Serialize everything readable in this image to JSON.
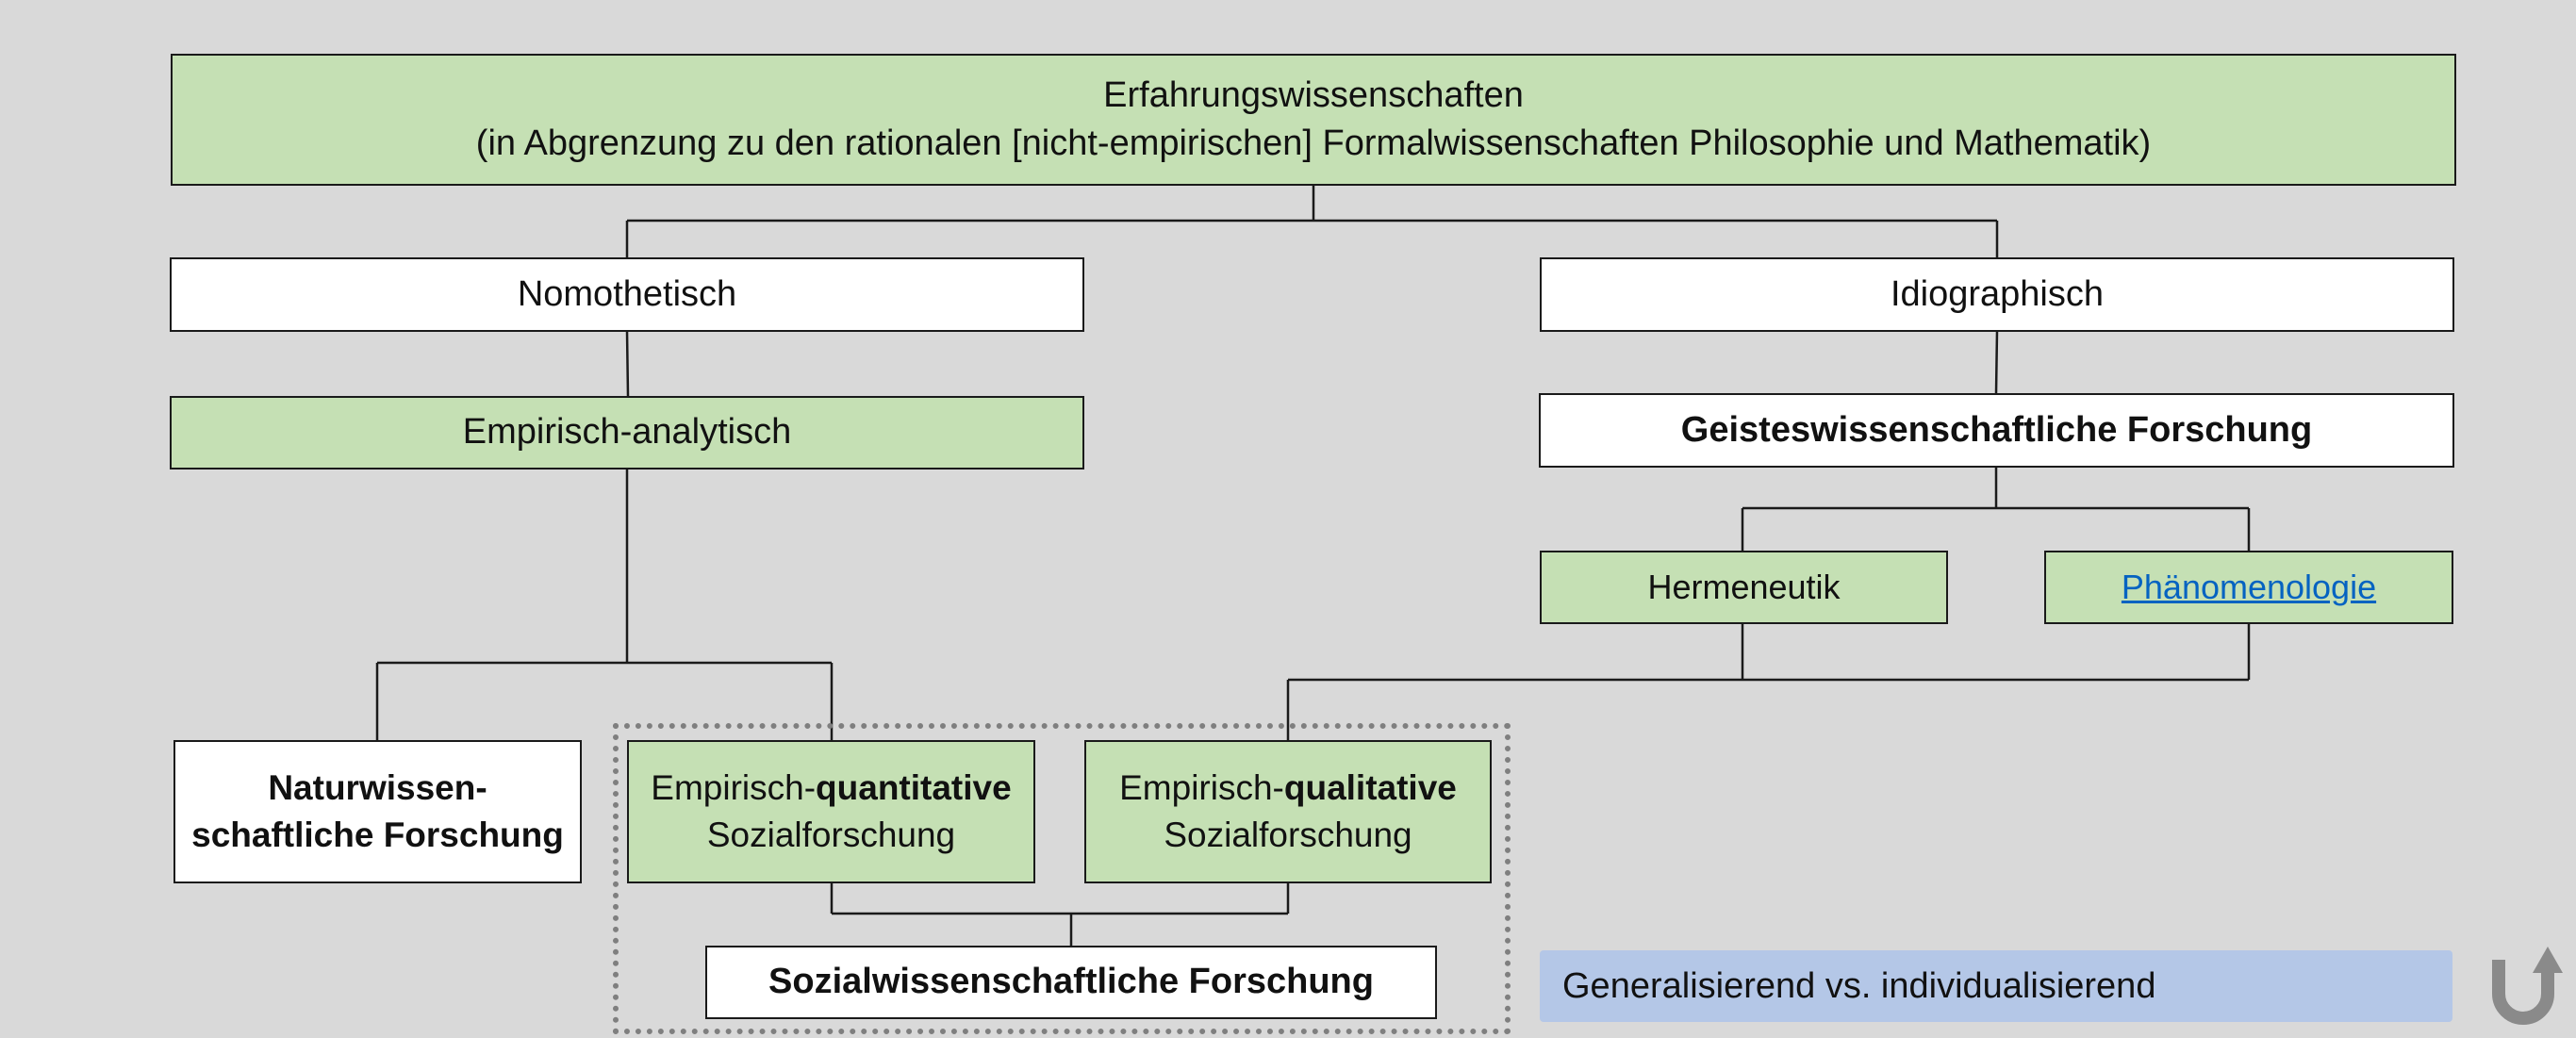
{
  "root": {
    "line1": "Erfahrungswissenschaften",
    "line2": "(in Abgrenzung zu den rationalen [nicht-empirischen] Formalwissenschaften Philosophie und Mathematik)"
  },
  "nomothetisch": "Nomothetisch",
  "idiographisch": "Idiographisch",
  "empirisch_analytisch": "Empirisch-analytisch",
  "geisteswissenschaftliche": "Geisteswissenschaftliche Forschung",
  "hermeneutik": "Hermeneutik",
  "phaenomenologie": "Phänomenologie",
  "naturwissenschaftliche": {
    "line1": "Naturwissen-",
    "line2": "schaftliche Forschung"
  },
  "quantitative": {
    "prefix": "Empirisch-",
    "emph": "quantitative",
    "line2": "Sozialforschung"
  },
  "qualitative": {
    "prefix": "Empirisch-",
    "emph": "qualitative",
    "line2": "Sozialforschung"
  },
  "sozialwissenschaftliche": "Sozialwissenschaftliche Forschung",
  "note": "Generalisierend vs. individualisierend",
  "icons": {
    "back": "u-turn-back-arrow-icon"
  },
  "colors": {
    "green_box": "#c5e0b4",
    "white_box": "#ffffff",
    "note_bg": "#b4c7e7",
    "link": "#0563c1",
    "background": "#d9d9d9"
  }
}
